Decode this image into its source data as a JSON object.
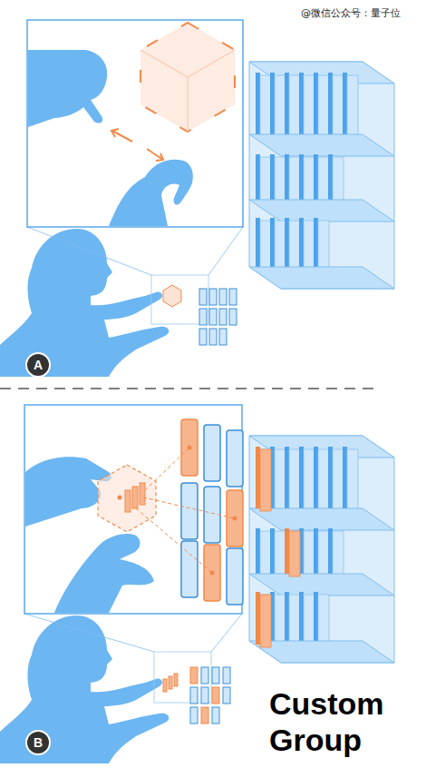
{
  "diagram": {
    "nodes": [
      {
        "text": [
          "A"
        ]
      },
      {
        "text": [
          "B"
        ]
      }
    ],
    "labels": [
      "@微信公众号：量子位",
      "Custom Group"
    ]
  }
}
